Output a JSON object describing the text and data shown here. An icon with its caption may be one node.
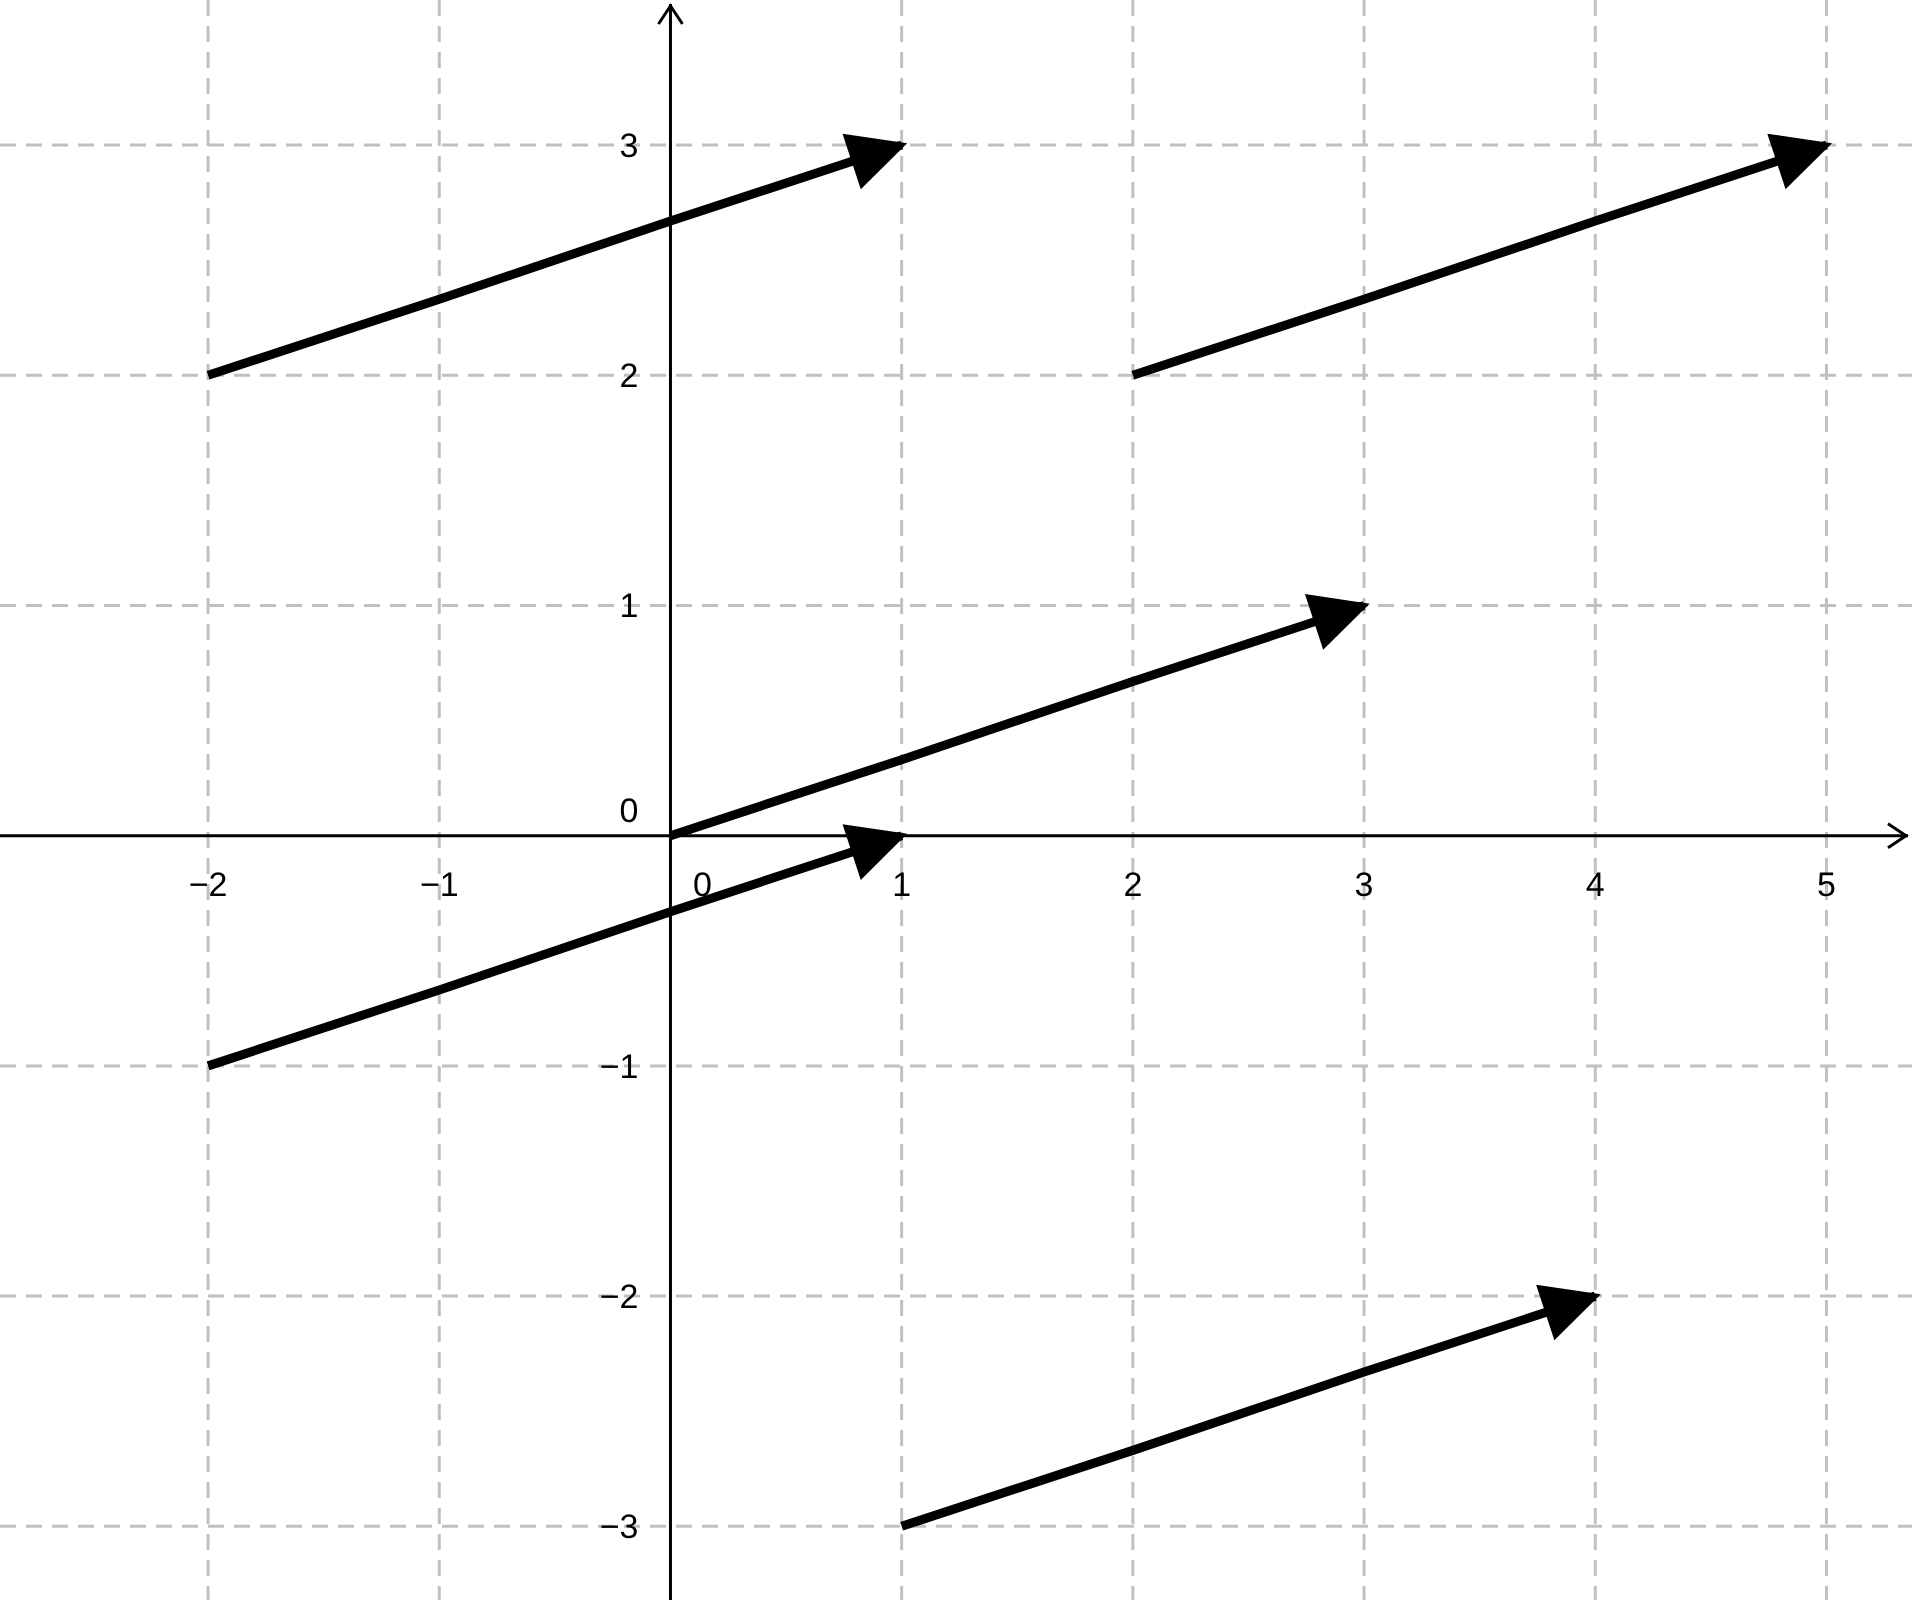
{
  "diagram": {
    "chart_data": {
      "type": "line",
      "x": [
        -2,
        -1,
        0,
        1,
        2,
        3,
        4,
        5
      ],
      "series": [
        {
          "color": "#000000",
          "values": [
            2,
            2.33,
            2.67,
            3,
            null,
            null,
            null,
            null
          ]
        },
        {
          "color": "#000000",
          "values": [
            null,
            null,
            null,
            null,
            2,
            2.33,
            2.67,
            3
          ]
        },
        {
          "color": "#000000",
          "values": [
            null,
            null,
            0,
            0.33,
            0.67,
            1,
            null,
            null
          ]
        },
        {
          "color": "#000000",
          "values": [
            -1,
            -0.67,
            -0.33,
            0,
            null,
            null,
            null,
            null
          ]
        },
        {
          "color": "#000000",
          "values": [
            null,
            null,
            null,
            -3,
            -2.67,
            -2.33,
            -2,
            null
          ]
        }
      ],
      "grid": true,
      "xlim": [
        -2.9,
        5.37
      ],
      "ylim": [
        -3.32,
        3.63
      ],
      "xticks": [
        {
          "value": -2,
          "label": "−2"
        },
        {
          "value": -1,
          "label": "−1"
        },
        {
          "value": 1,
          "label": "1"
        },
        {
          "value": 2,
          "label": "2"
        },
        {
          "value": 3,
          "label": "3"
        },
        {
          "value": 4,
          "label": "4"
        },
        {
          "value": 5,
          "label": "5"
        }
      ],
      "yticks": [
        {
          "value": -3,
          "label": "−3"
        },
        {
          "value": -2,
          "label": "−2"
        },
        {
          "value": -1,
          "label": "−1"
        },
        {
          "value": 1,
          "label": "1"
        },
        {
          "value": 2,
          "label": "2"
        },
        {
          "value": 3,
          "label": "3"
        }
      ]
    },
    "labels": [
      "0",
      "0"
    ]
  }
}
